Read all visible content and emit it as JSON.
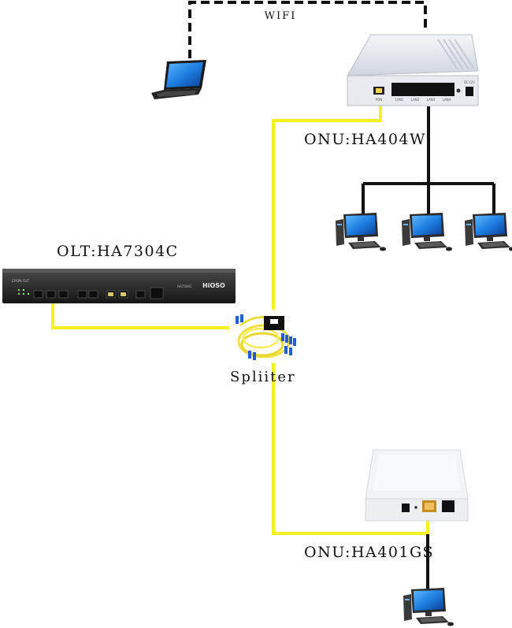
{
  "labels": {
    "wifi": "WIFI",
    "onu_top": "ONU:HA404W",
    "olt": "OLT:HA7304C",
    "splitter": "Spliiter",
    "onu_bottom": "ONU:HA401GS"
  },
  "device_text": {
    "olt_brand": "HiOSO",
    "olt_model": "HA7304C",
    "olt_small": "EPON OLT",
    "onu_ports": [
      "PON",
      "LAN1",
      "LAN2",
      "LAN3",
      "LAN4",
      "DC12V"
    ]
  },
  "colors": {
    "fiber": "#f5f01e",
    "ethernet": "#111111",
    "wifi_link": "#111111",
    "screen_blue": "#1e7fe0",
    "olt_body": "#2a2a2a",
    "onu_body": "#e4e7ec"
  },
  "icons": {
    "laptop": "laptop-icon",
    "desktop": "desktop-computer-icon",
    "router": "onu-router-icon",
    "olt": "olt-chassis-icon",
    "splitter": "fiber-splitter-icon"
  }
}
